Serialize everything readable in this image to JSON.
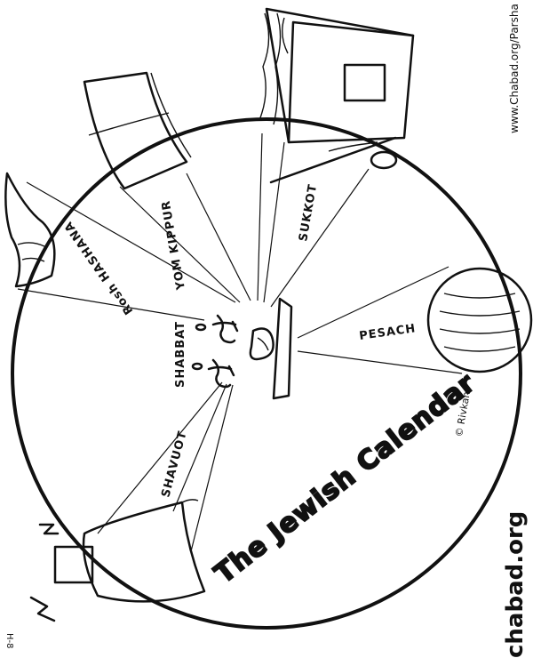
{
  "title": "The Jewish Calendar",
  "holidays": {
    "shabbat": "SHABBAT",
    "rosh_hashana": "Rosh HASHANA",
    "yom_kippur": "YOM KIPPUR",
    "sukkot": "SUKKOT",
    "pesach": "PESACH",
    "shavuot": "SHAVUOT"
  },
  "artist_credit": "© Rivkah",
  "website": "www.Chabad.org/Parsha",
  "logo_text": "chabad.org",
  "page_code": "H-8",
  "colors": {
    "ink": "#111111",
    "paper": "#ffffff"
  }
}
